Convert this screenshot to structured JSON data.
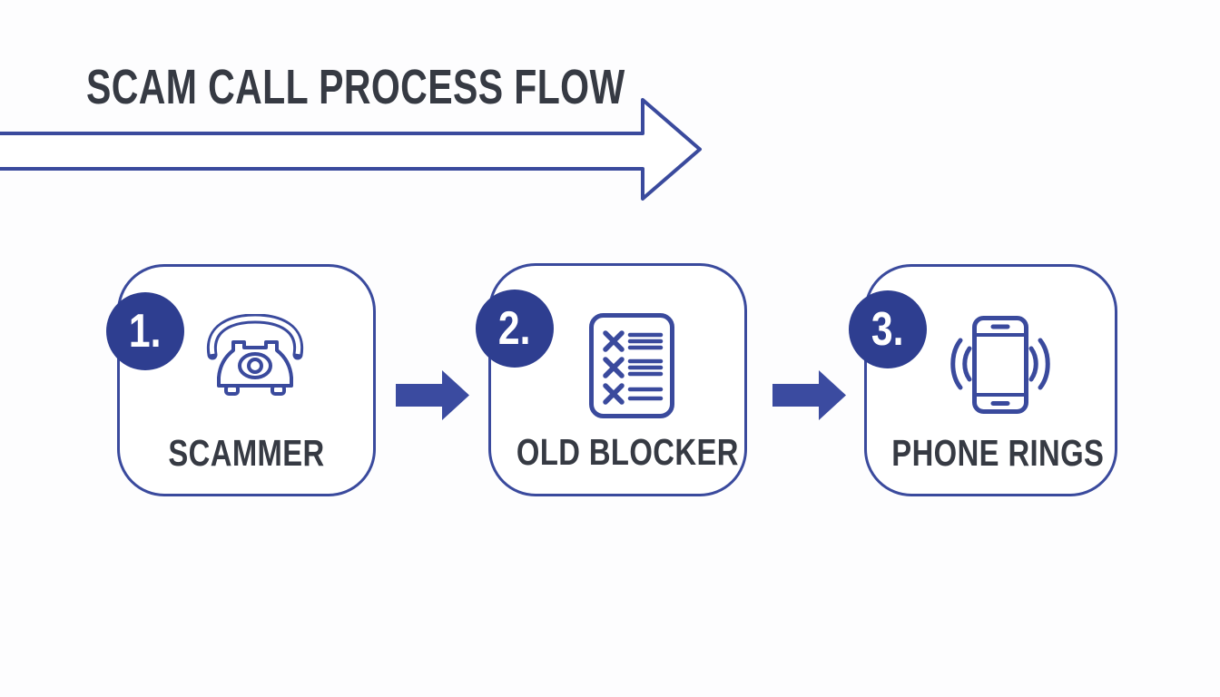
{
  "title": "SCAM CALL PROCESS FLOW",
  "colors": {
    "primary_blue": "#3A4A9D",
    "badge_blue": "#2E3E90",
    "arrow_blue": "#3B4BA0",
    "text_dark": "#363A43",
    "background": "#FDFDFE"
  },
  "flow_arrow": {
    "icon": "large-outline-right-arrow-icon",
    "direction": "right"
  },
  "steps": [
    {
      "number": "1.",
      "label": "SCAMMER",
      "icon": "rotary-telephone-icon"
    },
    {
      "number": "2.",
      "label": "OLD BLOCKER",
      "icon": "blocklist-icon"
    },
    {
      "number": "3.",
      "label": "PHONE RINGS",
      "icon": "ringing-smartphone-icon"
    }
  ],
  "connectors": [
    {
      "icon": "arrow-right-icon"
    },
    {
      "icon": "arrow-right-icon"
    }
  ]
}
